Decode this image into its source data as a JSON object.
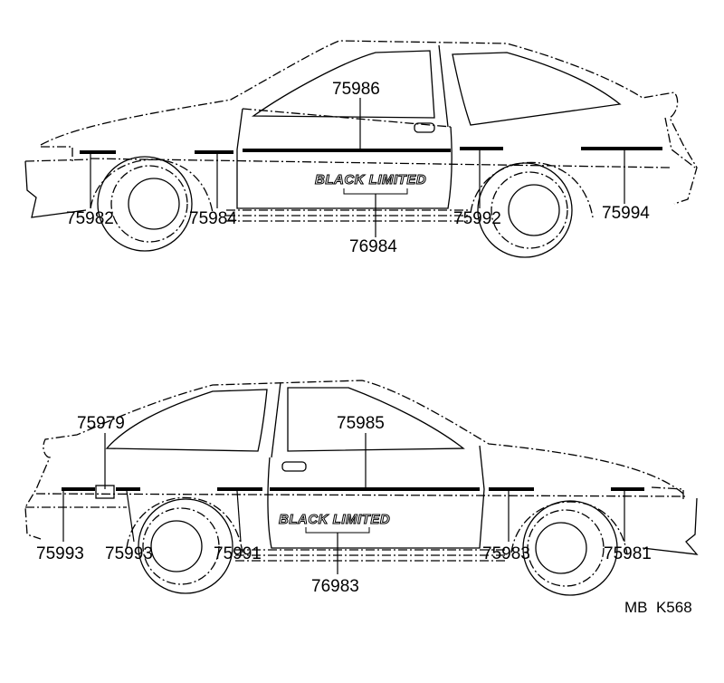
{
  "top_view": {
    "parts": {
      "p75986": "75986",
      "p75982": "75982",
      "p75984": "75984",
      "p76984": "76984",
      "p75992": "75992",
      "p75994": "75994"
    },
    "emblem": "BLACK LIMITED"
  },
  "bottom_view": {
    "parts": {
      "p75979": "75979",
      "p75985": "75985",
      "p75993a": "75993",
      "p75993b": "75993",
      "p75991": "75991",
      "p76983": "76983",
      "p75983": "75983",
      "p75981": "75981"
    },
    "emblem": "BLACK LIMITED"
  },
  "drawing_code": "MB  K568"
}
